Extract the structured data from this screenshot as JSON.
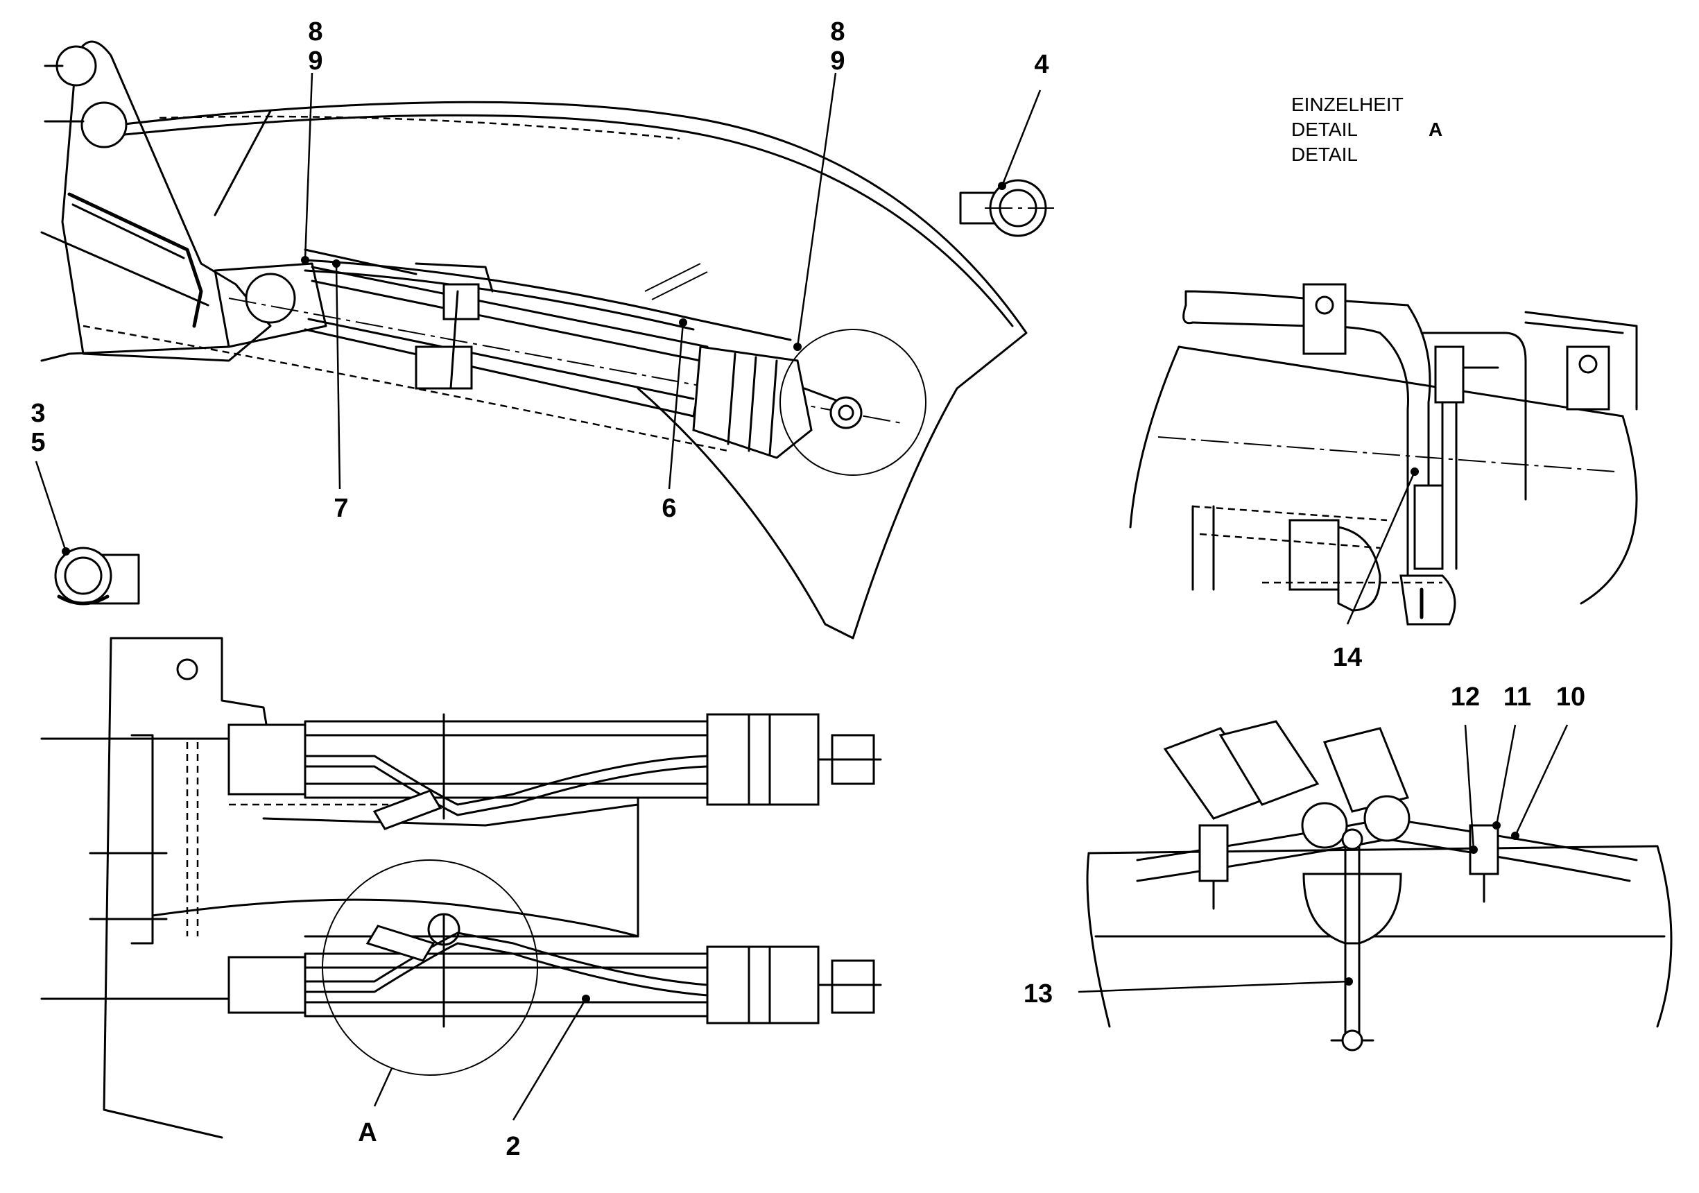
{
  "callouts": {
    "c8_top_left": "8",
    "c9_top_left": "9",
    "c8_top_right": "8",
    "c9_top_right": "9",
    "c4": "4",
    "c3": "3",
    "c5": "5",
    "c7": "7",
    "c6": "6",
    "c14": "14",
    "c12": "12",
    "c11": "11",
    "c10": "10",
    "c13": "13",
    "cA": "A",
    "c2": "2"
  },
  "detail_heading": {
    "line1": "EINZELHEIT",
    "line2": "DETAIL",
    "line3": "DETAIL",
    "letter": "A"
  }
}
